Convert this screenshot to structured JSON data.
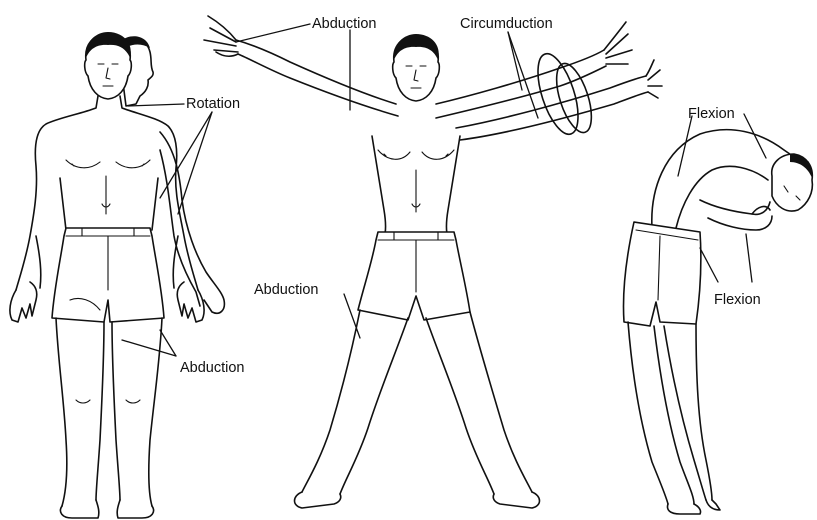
{
  "labels": {
    "abduction_arms": "Abduction",
    "circumduction": "Circumduction",
    "rotation": "Rotation",
    "abduction_legs": "Abduction",
    "abduction_hip": "Abduction",
    "flexion_spine": "Flexion",
    "flexion_neck": "Flexion"
  }
}
